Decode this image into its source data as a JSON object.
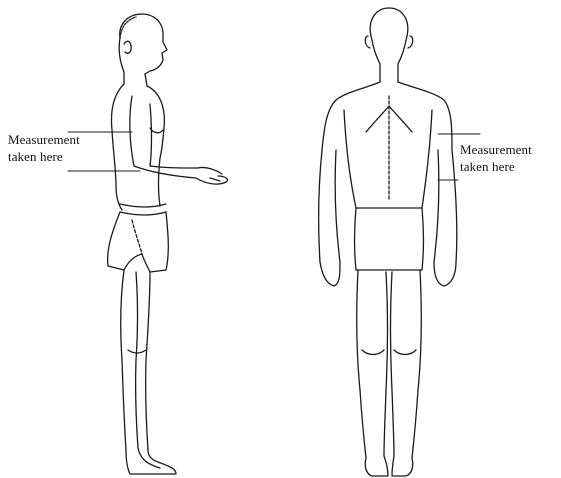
{
  "labels": {
    "left": {
      "line1": "Measurement",
      "line2": "taken here"
    },
    "right": {
      "line1": "Measurement",
      "line2": "taken here"
    }
  },
  "colors": {
    "ink": "#1a1a1a",
    "background": "#ffffff"
  }
}
